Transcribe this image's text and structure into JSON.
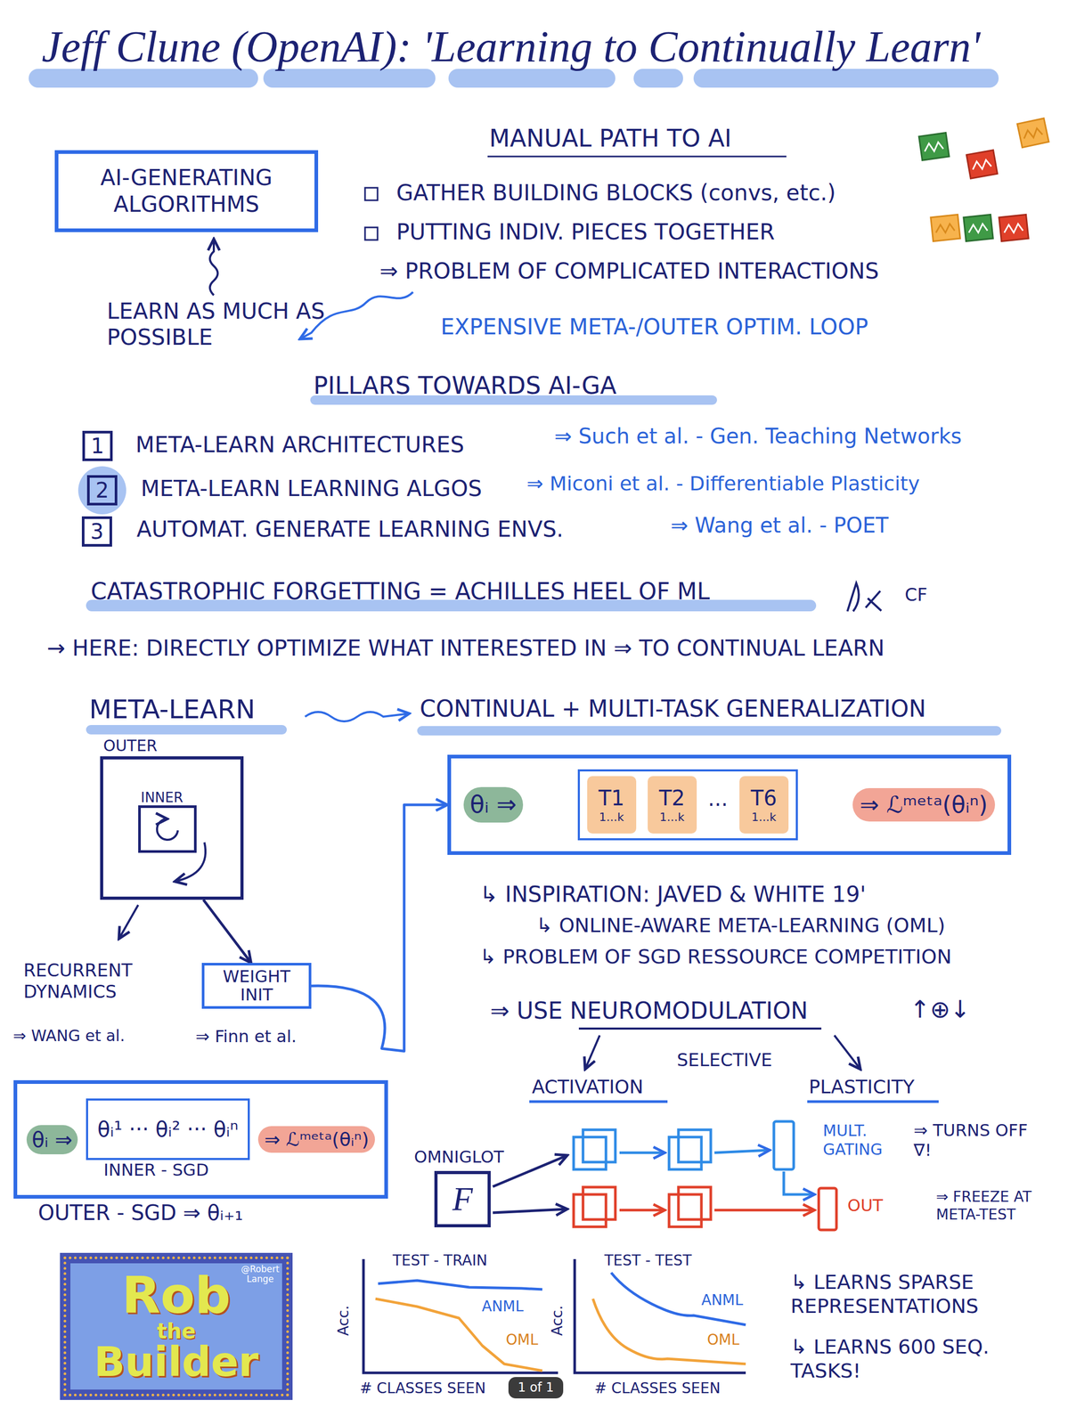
{
  "diagram": {
    "title": "Jeff Clune (OpenAI): 'Learning to Continually Learn'",
    "nodes": [
      {
        "text": [
          "AI-GENERATING ALGORITHMS"
        ]
      },
      {
        "text": [
          "1"
        ]
      },
      {
        "text": [
          "2"
        ]
      },
      {
        "text": [
          "3"
        ]
      },
      {
        "text": [
          "OUTER"
        ]
      },
      {
        "text": [
          "INNER"
        ],
        "in": 4
      },
      {
        "text": [
          "θᵢ ⇒",
          "⇒ ℒᵐᵉᵗᵃ(θᵢⁿ)"
        ]
      },
      {
        "text": [
          "···"
        ],
        "in": 6
      },
      {
        "text": [
          "T1",
          "1...k"
        ],
        "in": 7
      },
      {
        "text": [
          "T2",
          "1...k"
        ],
        "in": 7
      },
      {
        "text": [
          "T6",
          "1...k"
        ],
        "in": 7
      },
      {
        "text": [
          "WEIGHT INIT"
        ]
      },
      {
        "text": [
          "θᵢ ⇒",
          "⇒ ℒᵐᵉᵗᵃ(θᵢⁿ)",
          "OUTER - SGD ⇒ θᵢ₊₁"
        ]
      },
      {
        "text": [
          "θᵢ¹ ··· θᵢ² ··· θᵢⁿ",
          "INNER - SGD"
        ],
        "in": 12
      },
      {
        "text": [
          "OMNIGLOT",
          "F"
        ]
      },
      {
        "text": [
          "Rob",
          "the",
          "Builder",
          "@Robert Lange"
        ]
      }
    ],
    "edges": [
      {
        "from": 4,
        "to": 11,
        "arrow": "to"
      },
      {
        "from": 11,
        "to": 6,
        "arrow": "to"
      }
    ],
    "labels": [
      "MANUAL PATH TO AI",
      "GATHER BUILDING BLOCKS (convs, etc.)",
      "PUTTING INDIV. PIECES TOGETHER",
      "⇒ PROBLEM OF COMPLICATED INTERACTIONS",
      "LEARN AS MUCH AS POSSIBLE",
      "EXPENSIVE META-/OUTER OPTIM. LOOP",
      "PILLARS TOWARDS AI-GA",
      "META-LEARN ARCHITECTURES",
      "⇒ Such et al. - Gen. Teaching Networks",
      "META-LEARN LEARNING ALGOS",
      "⇒ Miconi et al. - Differentiable Plasticity",
      "AUTOMAT. GENERATE LEARNING ENVS.",
      "⇒ Wang et al. - POET",
      "CATASTROPHIC FORGETTING = ACHILLES HEEL OF ML",
      "CF",
      "→ HERE: DIRECTLY OPTIMIZE WHAT INTERESTED IN ⇒ TO CONTINUAL LEARN",
      "META-LEARN",
      "CONTINUAL + MULTI-TASK GENERALIZATION",
      "RECURRENT DYNAMICS",
      "⇒ WANG et al.",
      "⇒ Finn et al.",
      "↳ INSPIRATION: JAVED & WHITE 19'",
      "↳ ONLINE-AWARE META-LEARNING (OML)",
      "↳ PROBLEM OF SGD RESSOURCE COMPETITION",
      "⇒ USE NEUROMODULATION",
      "↑⊕↓",
      "SELECTIVE",
      "ACTIVATION",
      "PLASTICITY",
      "MULT. GATING",
      "⇒ TURNS OFF ∇!",
      "OUT",
      "⇒ FREEZE AT META-TEST",
      "TEST - TRAIN",
      "ANML",
      "OML",
      "Acc.",
      "# CLASSES SEEN",
      "TEST - TEST",
      "ANML",
      "OML",
      "Acc.",
      "# CLASSES SEEN",
      "1 of 1",
      "↳ LEARNS SPARSE REPRESENTATIONS",
      "↳ LEARNS 600 SEQ. TASKS!"
    ]
  }
}
